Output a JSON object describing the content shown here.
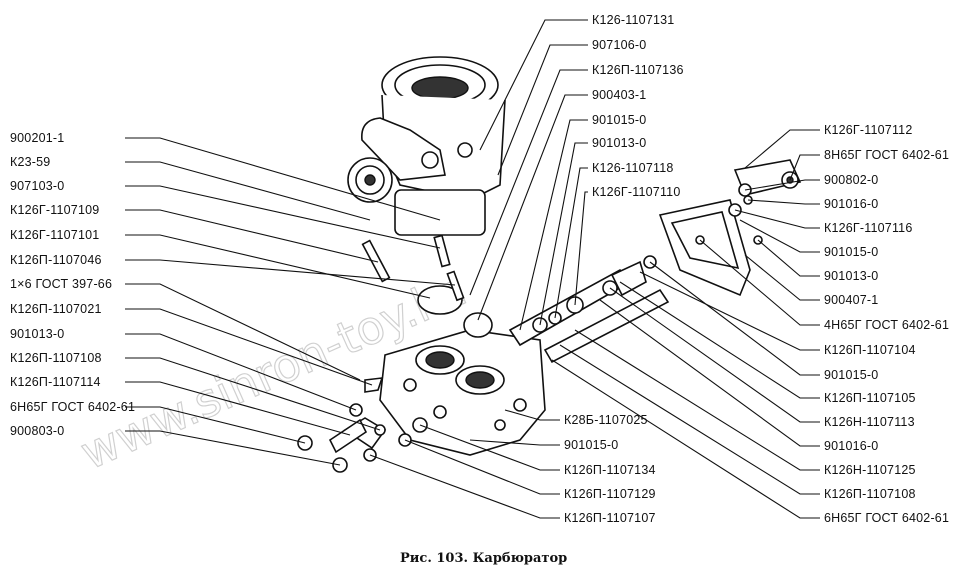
{
  "caption": "Рис. 103. Карбюратор",
  "watermark": "www.sinron-toy.kz",
  "left_labels": [
    "900201-1",
    "К23-59",
    "907103-0",
    "К126Г-1107109",
    "К126Г-1107101",
    "К126П-1107046",
    "1×6 ГОСТ 397-66",
    "К126П-1107021",
    "901013-0",
    "К126П-1107108",
    "К126П-1107114",
    "6Н65Г ГОСТ 6402-61",
    "900803-0"
  ],
  "top_labels": [
    "К126-1107131",
    "907106-0",
    "К126П-1107136",
    "900403-1",
    "901015-0",
    "901013-0",
    "К126-1107118",
    "К126Г-1107110"
  ],
  "right_labels": [
    "К126Г-1107112",
    "8Н65Г ГОСТ 6402-61",
    "900802-0",
    "901016-0",
    "К126Г-1107116",
    "901015-0",
    "901013-0",
    "900407-1",
    "4Н65Г ГОСТ 6402-61",
    "К126П-1107104",
    "901015-0",
    "К126П-1107105",
    "К126Н-1107113",
    "901016-0",
    "К126Н-1107125",
    "К126П-1107108",
    "6Н65Г ГОСТ 6402-61"
  ],
  "bottom_labels": [
    "К28Б-1107025",
    "901015-0",
    "К126П-1107134",
    "К126П-1107129",
    "К126П-1107107"
  ]
}
